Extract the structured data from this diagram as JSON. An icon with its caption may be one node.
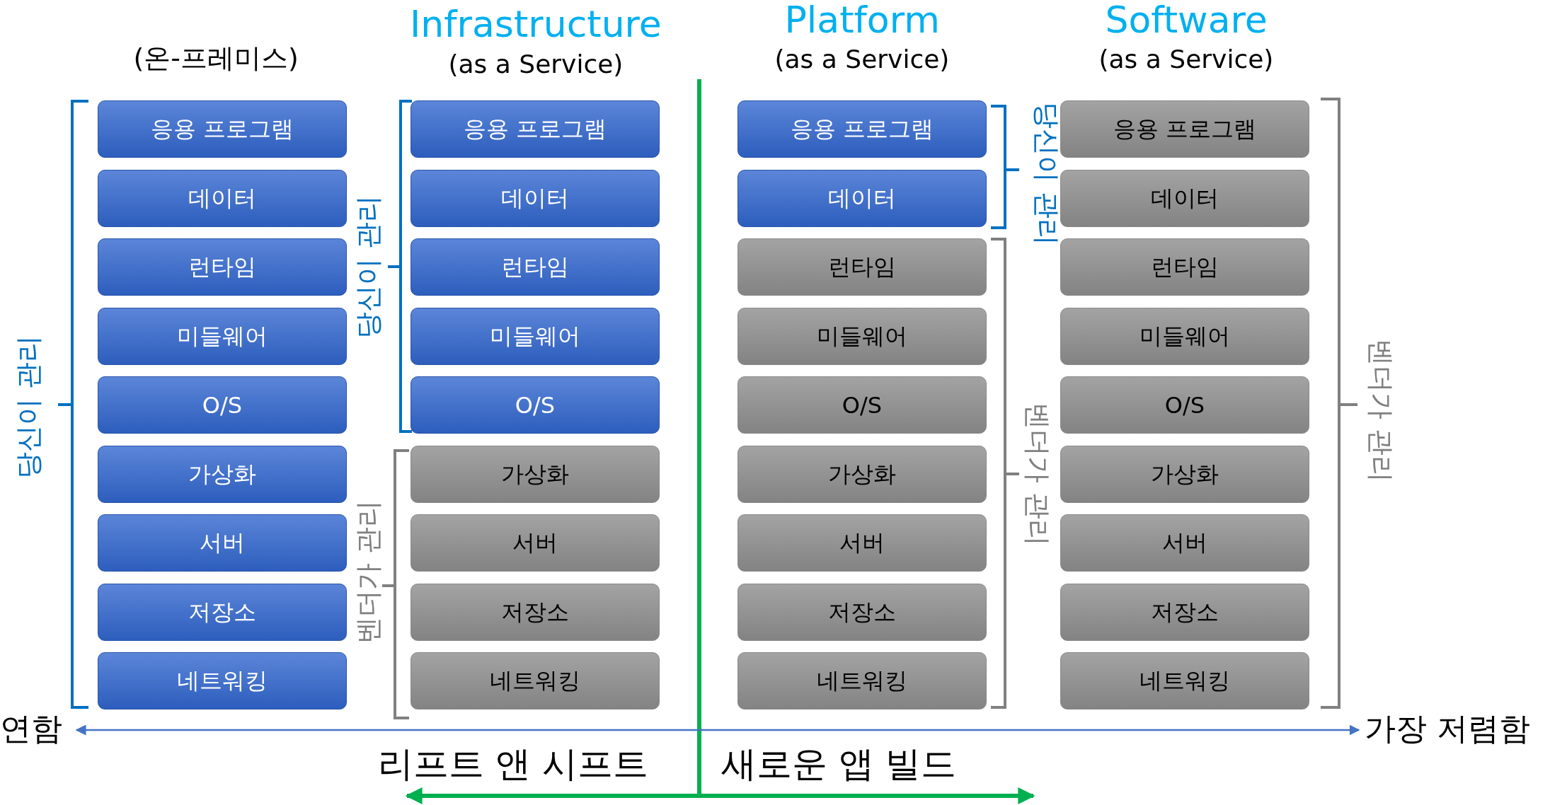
{
  "diagram": {
    "nodes": [
      {
        "text": [
          "응용 프로그램"
        ]
      },
      {
        "text": [
          "데이터"
        ]
      },
      {
        "text": [
          "런타임"
        ]
      },
      {
        "text": [
          "미들웨어"
        ]
      },
      {
        "text": [
          "O/S"
        ]
      },
      {
        "text": [
          "가상화"
        ]
      },
      {
        "text": [
          "서버"
        ]
      },
      {
        "text": [
          "저장소"
        ]
      },
      {
        "text": [
          "네트워킹"
        ]
      },
      {
        "text": [
          "응용 프로그램"
        ]
      },
      {
        "text": [
          "데이터"
        ]
      },
      {
        "text": [
          "런타임"
        ]
      },
      {
        "text": [
          "미들웨어"
        ]
      },
      {
        "text": [
          "O/S"
        ]
      },
      {
        "text": [
          "가상화"
        ]
      },
      {
        "text": [
          "서버"
        ]
      },
      {
        "text": [
          "저장소"
        ]
      },
      {
        "text": [
          "네트워킹"
        ]
      },
      {
        "text": [
          "응용 프로그램"
        ]
      },
      {
        "text": [
          "데이터"
        ]
      },
      {
        "text": [
          "런타임"
        ]
      },
      {
        "text": [
          "미들웨어"
        ]
      },
      {
        "text": [
          "O/S"
        ]
      },
      {
        "text": [
          "가상화"
        ]
      },
      {
        "text": [
          "서버"
        ]
      },
      {
        "text": [
          "저장소"
        ]
      },
      {
        "text": [
          "네트워킹"
        ]
      },
      {
        "text": [
          "응용 프로그램"
        ]
      },
      {
        "text": [
          "데이터"
        ]
      },
      {
        "text": [
          "런타임"
        ]
      },
      {
        "text": [
          "미들웨어"
        ]
      },
      {
        "text": [
          "O/S"
        ]
      },
      {
        "text": [
          "가상화"
        ]
      },
      {
        "text": [
          "서버"
        ]
      },
      {
        "text": [
          "저장소"
        ]
      },
      {
        "text": [
          "네트워킹"
        ]
      },
      {
        "text": [
          "연함"
        ]
      },
      {
        "text": [
          "가장 저렴함"
        ]
      }
    ],
    "edges": [
      {
        "from": 36,
        "to": 37,
        "arrow": "both"
      }
    ],
    "labels": [
      "(온-프레미스)",
      "Infrastructure",
      "(as a Service)",
      "Platform",
      "(as a Service)",
      "Software",
      "(as a Service)",
      "당신이 관리",
      "당신이 관리",
      "벤더가 관리",
      "당신이 관리",
      "벤더가 관리",
      "벤더가 관리",
      "리프트 앤 시프트",
      "새로운 앱 빌드"
    ]
  }
}
